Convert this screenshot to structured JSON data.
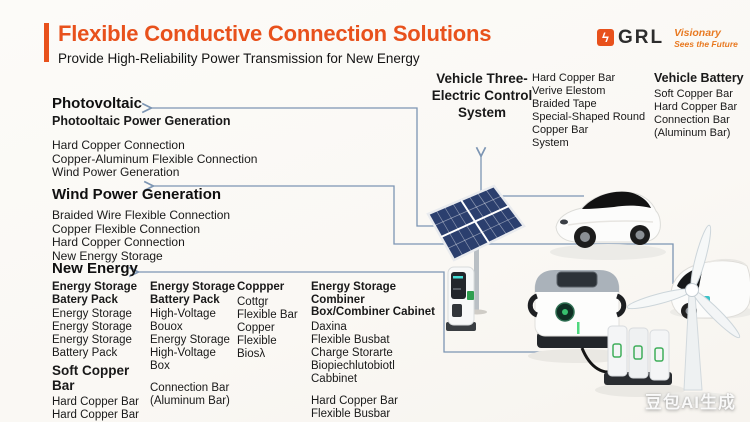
{
  "header": {
    "title": "Flexible Conductive Connection Solutions",
    "subtitle": "Provide High-Reliability Power Transmission for New Energy",
    "logo_text": "GRL",
    "tagline1": "Visionary",
    "tagline2": "Sees the Future"
  },
  "icons": {
    "logo_bolt": "ϟ"
  },
  "colors": {
    "accent_orange": "#E8511C",
    "connector_blue": "#7C95B3",
    "text_black": "#191919",
    "solar_blue": "#2B3F6E"
  },
  "sections": {
    "photovoltaic": {
      "title": "Photovoltaic",
      "subtitle": "Photooltaic Power Generation",
      "items": [
        "Hard Copper Connection",
        "Copper-Aluminum Flexible Connection",
        "Wind Power Generation"
      ]
    },
    "wind": {
      "title": "Wind Power Generation",
      "items": [
        "Braided Wire Flexible Connection",
        "Copper Flexible Connection",
        "Hard Copper Connection",
        "New Energy Storage"
      ]
    },
    "new_energy": {
      "title": "New Energy",
      "columns": [
        {
          "heading": "Energy Storage Batery Pack",
          "items": [
            "Energy Storage",
            "Energy Storage",
            "Energy Storage",
            "Battery Pack"
          ],
          "subheading": "Soft Copper Bar",
          "items2": [
            "Hard Copper Bar",
            "Hard Copper Bar"
          ]
        },
        {
          "heading": "Energy Storage Battery Pack",
          "items": [
            "High-Voltage",
            "Bouox",
            "Energy Storage",
            "High-Voltage",
            "Box"
          ],
          "items2": [
            "Connection Bar",
            "(Aluminum Bar)"
          ]
        },
        {
          "heading": "Coppper",
          "items": [
            "Cottgr",
            "Flexible Bar",
            "Copper",
            "Flexible",
            "Biosλ"
          ]
        },
        {
          "heading": "Energy Storage Combiner Box/Combiner Cabinet",
          "items": [
            "Daxina",
            "Flexible Busbat",
            "Charge Storarte",
            "Biopiechlutobiotl",
            "Cabbinet"
          ],
          "items2": [
            "Hard Copper Bar",
            "Flexible Busbar"
          ]
        }
      ]
    },
    "vehicle_control": {
      "title": "Vehicle Three-Electric Control System",
      "items": [
        "Hard Copper Bar",
        "Verive Elestom",
        "Braided Tape",
        "Special-Shaped Round Copper Bar",
        "System"
      ]
    },
    "vehicle_battery": {
      "title": "Vehicle Battery",
      "items": [
        "Soft Copper Bar",
        "Hard Copper Bar",
        "Connection Bar",
        "(Aluminum Bar)"
      ]
    }
  },
  "watermark": {
    "text": "豆包AI生成"
  }
}
